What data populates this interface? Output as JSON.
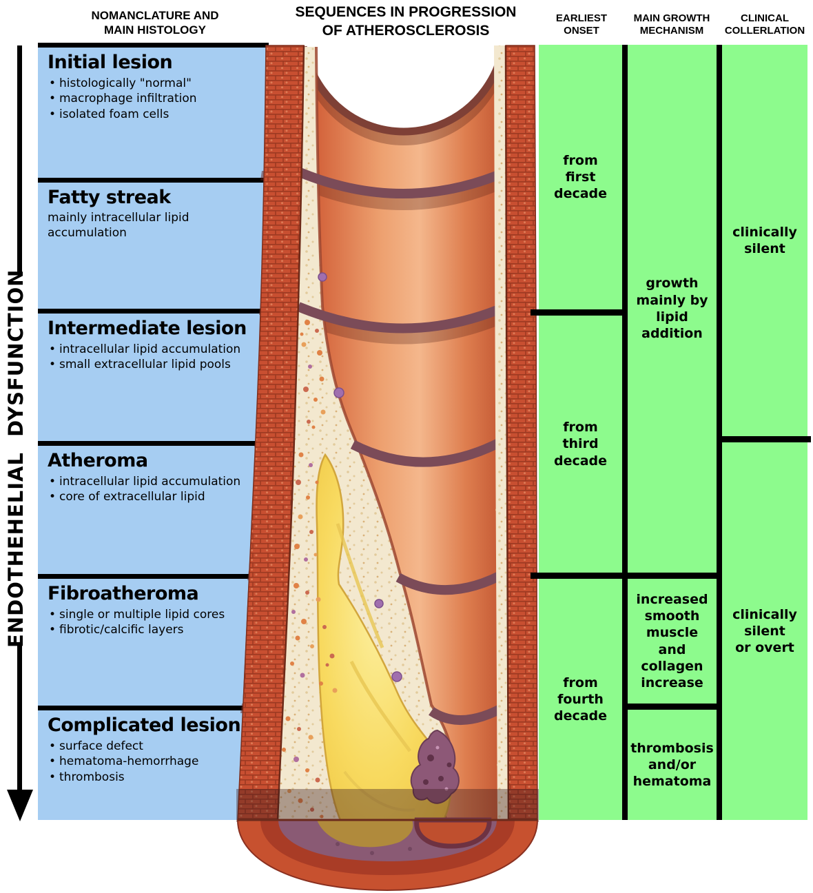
{
  "title_headers": {
    "histology": "NOMANCLATURE AND\nMAIN HISTOLOGY",
    "sequences": "SEQUENCES IN PROGRESSION\nOF ATHEROSCLEROSIS",
    "onset": "EARLIEST\nONSET",
    "growth": "MAIN GROWTH\nMECHANISM",
    "clinical": "CLINICAL\nCOLLERLATION"
  },
  "axis": {
    "label": "ENDOTHEHELIAL  DYSFUNCTION",
    "arrow": "down"
  },
  "lesions": [
    {
      "title": "Initial lesion",
      "bullets": [
        "histologically \"normal\"",
        "macrophage infiltration",
        "isolated foam cells"
      ]
    },
    {
      "title": "Fatty streak",
      "note": "mainly intracellular lipid accumulation",
      "bullets": []
    },
    {
      "title": "Intermediate lesion",
      "bullets": [
        "intracellular lipid accumulation",
        "small extracellular lipid pools"
      ]
    },
    {
      "title": "Atheroma",
      "bullets": [
        "intracellular lipid accumulation",
        "core of extracellular lipid"
      ]
    },
    {
      "title": "Fibroatheroma",
      "bullets": [
        "single or multiple lipid cores",
        "fibrotic/calcific layers"
      ]
    },
    {
      "title": "Complicated lesion",
      "bullets": [
        "surface defect",
        "hematoma-hemorrhage",
        "thrombosis"
      ]
    }
  ],
  "onset_cells": [
    "from\nfirst\ndecade",
    "from\nthird\ndecade",
    "from\nfourth\ndecade"
  ],
  "growth_cells": [
    "growth\nmainly by\nlipid\naddition",
    "increased\nsmooth\nmuscle\nand\ncollagen\nincrease",
    "thrombosis\nand/or\nhematoma"
  ],
  "clinical_cells": [
    "clinically\nsilent",
    "clinically\nsilent\nor overt"
  ],
  "colors": {
    "lesion_box_blue": "#a6cdf2",
    "cell_green": "#8dfb8d",
    "divider_black": "#000000",
    "artery_wall_red": "#c84f31",
    "intima_cream": "#f3e8cf",
    "lumen_orange": "#e89a6e",
    "lipid_core_yellow": "#f8da60",
    "thrombus_purple": "#8d5877"
  }
}
